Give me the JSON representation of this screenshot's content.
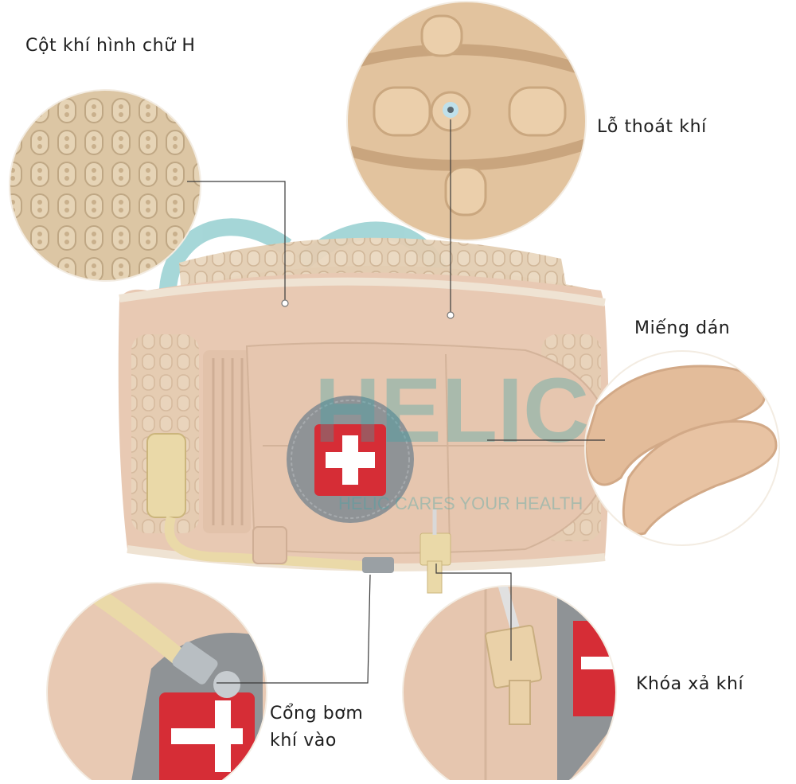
{
  "callouts": {
    "h_column": "Cột khí hình chữ H",
    "vent_hole": "Lỗ thoát khí",
    "velcro": "Miếng dán",
    "release_valve": "Khóa xả khí",
    "inlet_line1": "Cổng bơm",
    "inlet_line2": "khí vào"
  },
  "watermark": {
    "brand": "HELIC",
    "slogan": "HELIC CARES YOUR HEALTH"
  },
  "colors": {
    "belt": "#e8c9b3",
    "belt_dark": "#d6b39c",
    "bubble": "#d8c4a2",
    "badge_red": "#d62d36",
    "badge_gray": "#8f9396",
    "watermark": "#3aa6a8",
    "tube": "#ead9a8",
    "leader_line": "#3a3a3a"
  }
}
